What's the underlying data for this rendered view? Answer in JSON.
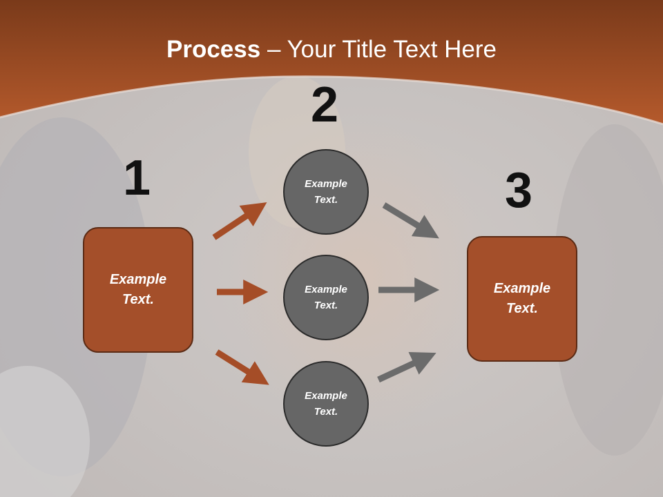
{
  "title": {
    "bold": "Process",
    "rest": " – Your Title Text Here"
  },
  "steps": {
    "one": "1",
    "two": "2",
    "three": "3"
  },
  "boxes": {
    "left": "Example\nText.",
    "right": "Example\nText."
  },
  "circles": {
    "top": "Example\nText.",
    "middle": "Example\nText.",
    "bottom": "Example\nText."
  },
  "colors": {
    "header": "#a65128",
    "box_fill": "#a44f2a",
    "circle_fill": "#666666",
    "arrow_brown": "#a54d27",
    "arrow_gray": "#6b6b6b"
  }
}
